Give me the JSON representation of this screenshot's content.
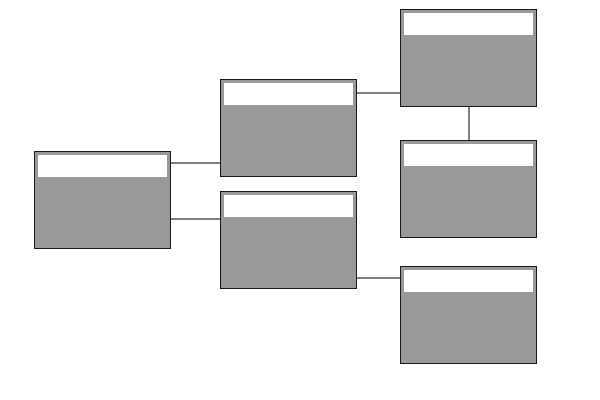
{
  "diagram": {
    "nodes": [
      {
        "id": "root",
        "title": "",
        "body": ""
      },
      {
        "id": "mid-a",
        "title": "",
        "body": ""
      },
      {
        "id": "mid-b",
        "title": "",
        "body": ""
      },
      {
        "id": "leaf-a",
        "title": "",
        "body": ""
      },
      {
        "id": "leaf-b",
        "title": "",
        "body": ""
      },
      {
        "id": "leaf-c",
        "title": "",
        "body": ""
      }
    ],
    "edges": [
      {
        "from": "root",
        "to": "mid-a"
      },
      {
        "from": "root",
        "to": "mid-b"
      },
      {
        "from": "mid-a",
        "to": "leaf-a"
      },
      {
        "from": "leaf-a",
        "to": "leaf-b"
      },
      {
        "from": "mid-b",
        "to": "leaf-c"
      }
    ],
    "colors": {
      "node_fill": "#999999",
      "header_fill": "#ffffff",
      "border": "#1a1a1a",
      "connector": "#000000"
    }
  }
}
